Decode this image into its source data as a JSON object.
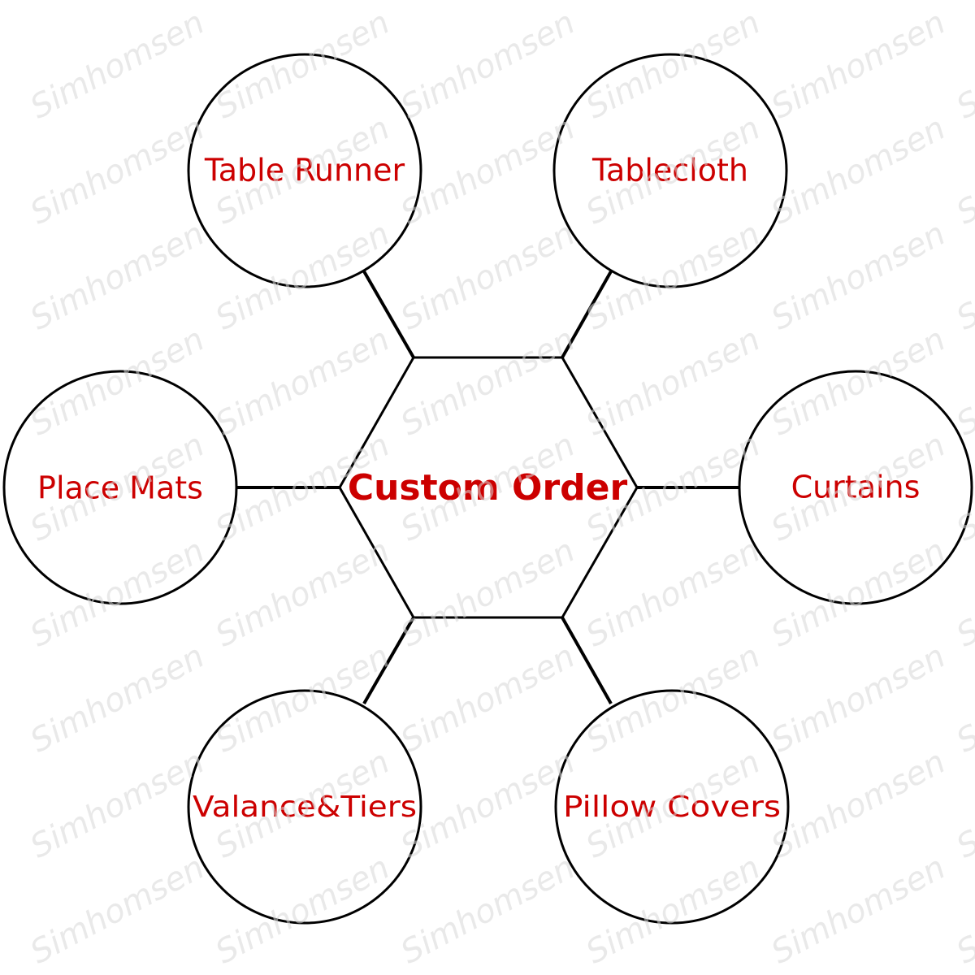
{
  "watermark": "Simhomsen",
  "center": {
    "label": "Custom Order"
  },
  "nodes": [
    {
      "key": "table-runner",
      "label": "Table Runner"
    },
    {
      "key": "tablecloth",
      "label": "Tablecloth"
    },
    {
      "key": "place-mats",
      "label": "Place Mats"
    },
    {
      "key": "curtains",
      "label": "Curtains"
    },
    {
      "key": "valance-tiers",
      "label": "Valance&Tiers"
    },
    {
      "key": "pillow-covers",
      "label": "Pillow Covers"
    }
  ],
  "colors": {
    "label": "#cc0000",
    "stroke": "#000000",
    "watermark": "#d8d8d8",
    "background": "#ffffff"
  }
}
